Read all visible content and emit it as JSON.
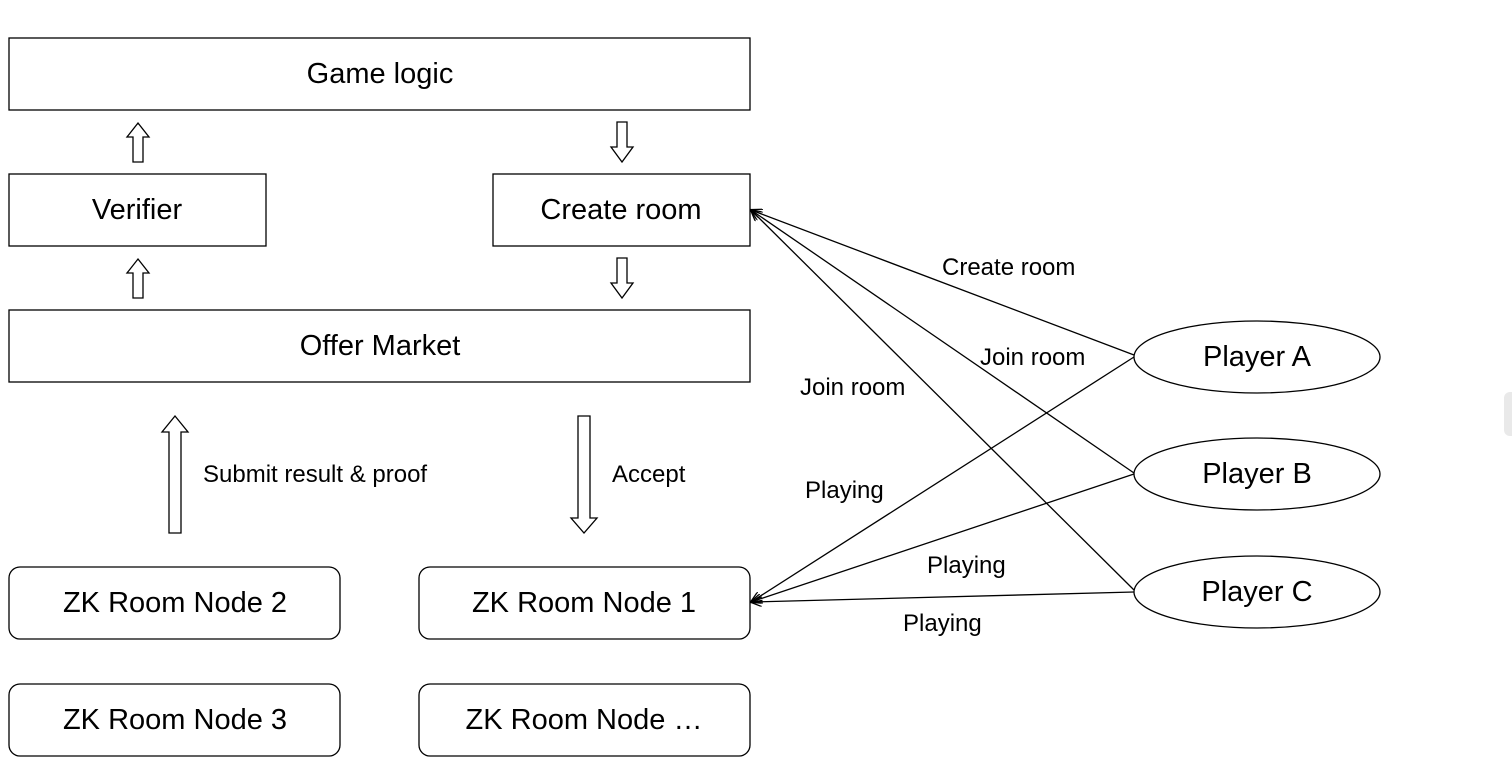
{
  "nodes": {
    "game_logic": "Game logic",
    "verifier": "Verifier",
    "create_room": "Create room",
    "offer_market": "Offer Market",
    "zk_node_2": "ZK Room Node 2",
    "zk_node_1": "ZK Room Node 1",
    "zk_node_3": "ZK Room Node 3",
    "zk_node_more": "ZK Room Node …",
    "player_a": "Player A",
    "player_b": "Player B",
    "player_c": "Player C"
  },
  "edge_labels": {
    "submit": "Submit result & proof",
    "accept": "Accept",
    "create_room": "Create room",
    "join_room_b": "Join room",
    "join_room_c": "Join room",
    "playing_a": "Playing",
    "playing_b": "Playing",
    "playing_c": "Playing"
  },
  "colors": {
    "stroke": "#000000",
    "background": "#ffffff"
  }
}
